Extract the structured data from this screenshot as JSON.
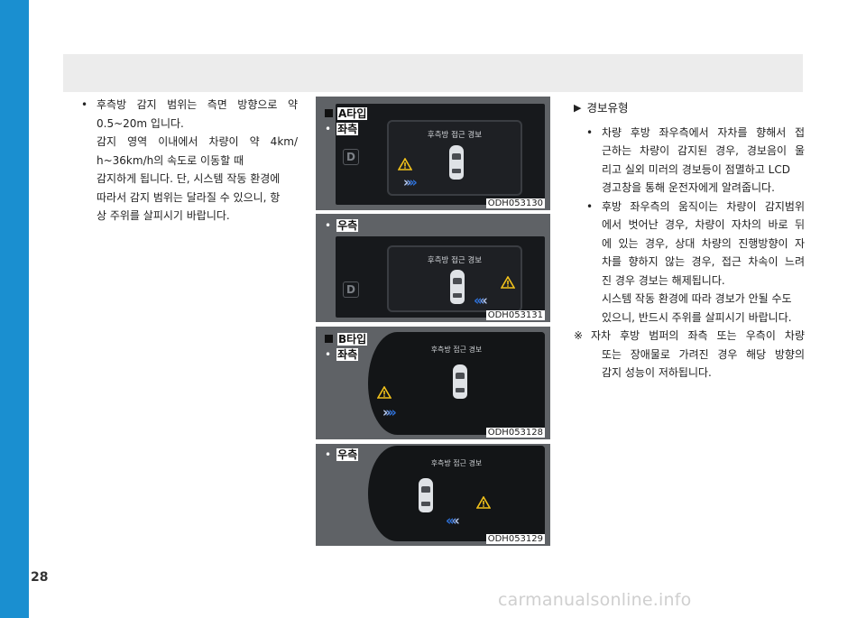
{
  "page": {
    "number": "28"
  },
  "left_text": {
    "bullet_symbol": "•",
    "lines": [
      "후측방 감지 범위는 측면 방향으로 약",
      "0.5~20m 입니다.",
      "감지 영역 이내에서 차량이 약 4km/",
      "h~36km/h의 속도로 이동할 때",
      "감지하게 됩니다. 단, 시스템 작동 환경에",
      "따라서 감지 범위는 달라질 수 있으니, 항",
      "상 주위를 살피시기 바랍니다."
    ]
  },
  "figures": {
    "a_type_label": "A타입",
    "b_type_label": "B타입",
    "bullet_symbol": "•",
    "left_label": "좌측",
    "right_label": "우측",
    "display_title": "후측방 접근 경보",
    "gear": "D",
    "codes": [
      "ODH053130",
      "ODH053131",
      "ODH053128",
      "ODH053129"
    ]
  },
  "right_text": {
    "heading_marker": "▶",
    "heading": "경보유형",
    "bullet_symbol": "•",
    "bullet1": [
      "차량 후방 좌우측에서 자차를 향해서 접",
      "근하는 차량이 감지된 경우, 경보음이 울",
      "리고 실외 미러의 경보등이 점멸하고 LCD",
      "경고창을 통해 운전자에게 알려줍니다."
    ],
    "bullet2": [
      "후방 좌우측의 움직이는 차량이 감지범위",
      "에서 벗어난 경우, 차량이 자차의 바로 뒤",
      "에 있는 경우, 상대 차량의 진행방향이 자",
      "차를 향하지 않는 경우, 접근 차속이 느려",
      "진 경우 경보는 해제됩니다.",
      "시스템 작동 환경에 따라 경보가 안될 수도",
      "있으니, 반드시 주위를 살피시기 바랍니다."
    ],
    "note_marker": "※",
    "note": [
      "자차 후방 범퍼의 좌측 또는 우측이 차량",
      "또는 장애물로 가려진 경우 해당 방향의",
      "감지 성능이 저하됩니다."
    ]
  },
  "watermark": "carmanualsonline.info",
  "colors": {
    "sidebar": "#1a8fd0",
    "header_band": "#ececec",
    "arrow_blue": "#2e6fd4",
    "warning_yellow": "#f2c21b"
  }
}
